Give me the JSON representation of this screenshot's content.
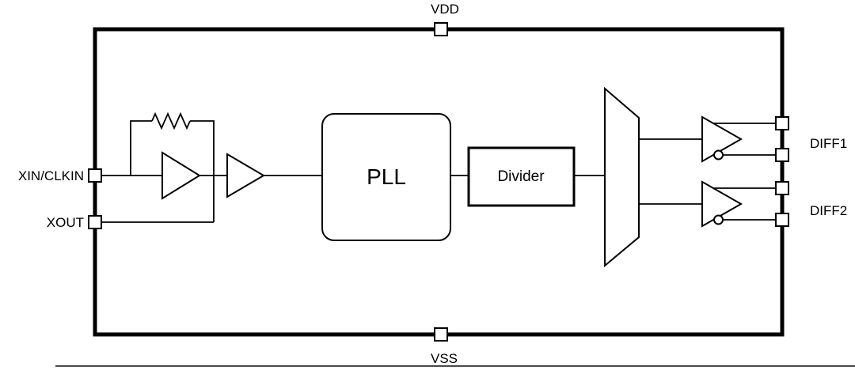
{
  "diagram": {
    "pins": {
      "vdd": "VDD",
      "vss": "VSS",
      "xin": "XIN/CLKIN",
      "xout": "XOUT",
      "diff1": "DIFF1",
      "diff2": "DIFF2"
    },
    "blocks": {
      "pll": "PLL",
      "divider": "Divider"
    },
    "shapes": {
      "oscillator_amp": "amplifier-triangle",
      "output_buffer": "buffer-triangle",
      "feedback_resistor": "resistor-zigzag",
      "output_mux": "mux-trapezoid",
      "inverting_output": "bubble-circle",
      "io_pad": "square-pad"
    },
    "colors": {
      "line": "#000000",
      "fill": "#ffffff",
      "page_edge": "#4a4a4a"
    }
  }
}
